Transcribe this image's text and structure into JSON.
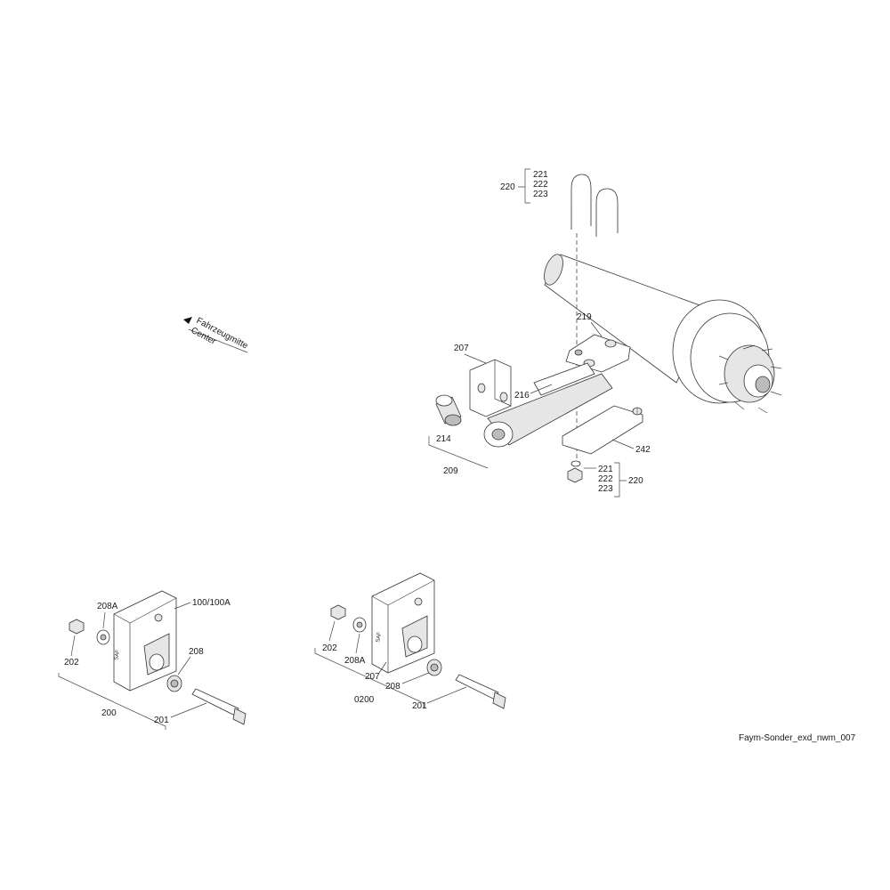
{
  "direction_label": {
    "line1": "Fahrzeugmitte",
    "line2": "Center"
  },
  "reference": "Faym-Sonder_exd_nwm_007",
  "callouts": {
    "l220_top": "220",
    "l221_top": "221",
    "l222_top": "222",
    "l223_top": "223",
    "l219": "219",
    "l207_top": "207",
    "l216": "216",
    "l214": "214",
    "l209": "209",
    "l242": "242",
    "l221_bot": "221",
    "l222_bot": "222",
    "l223_bot": "223",
    "l220_bot": "220",
    "l208A_left": "208A",
    "l100": "100/100A",
    "l202_left": "202",
    "l208_left": "208",
    "l200": "200",
    "l201_left": "201",
    "l202_right": "202",
    "l208A_right": "208A",
    "l207_right": "207",
    "l208_right": "208",
    "l0200": "0200",
    "l201_right": "201"
  }
}
